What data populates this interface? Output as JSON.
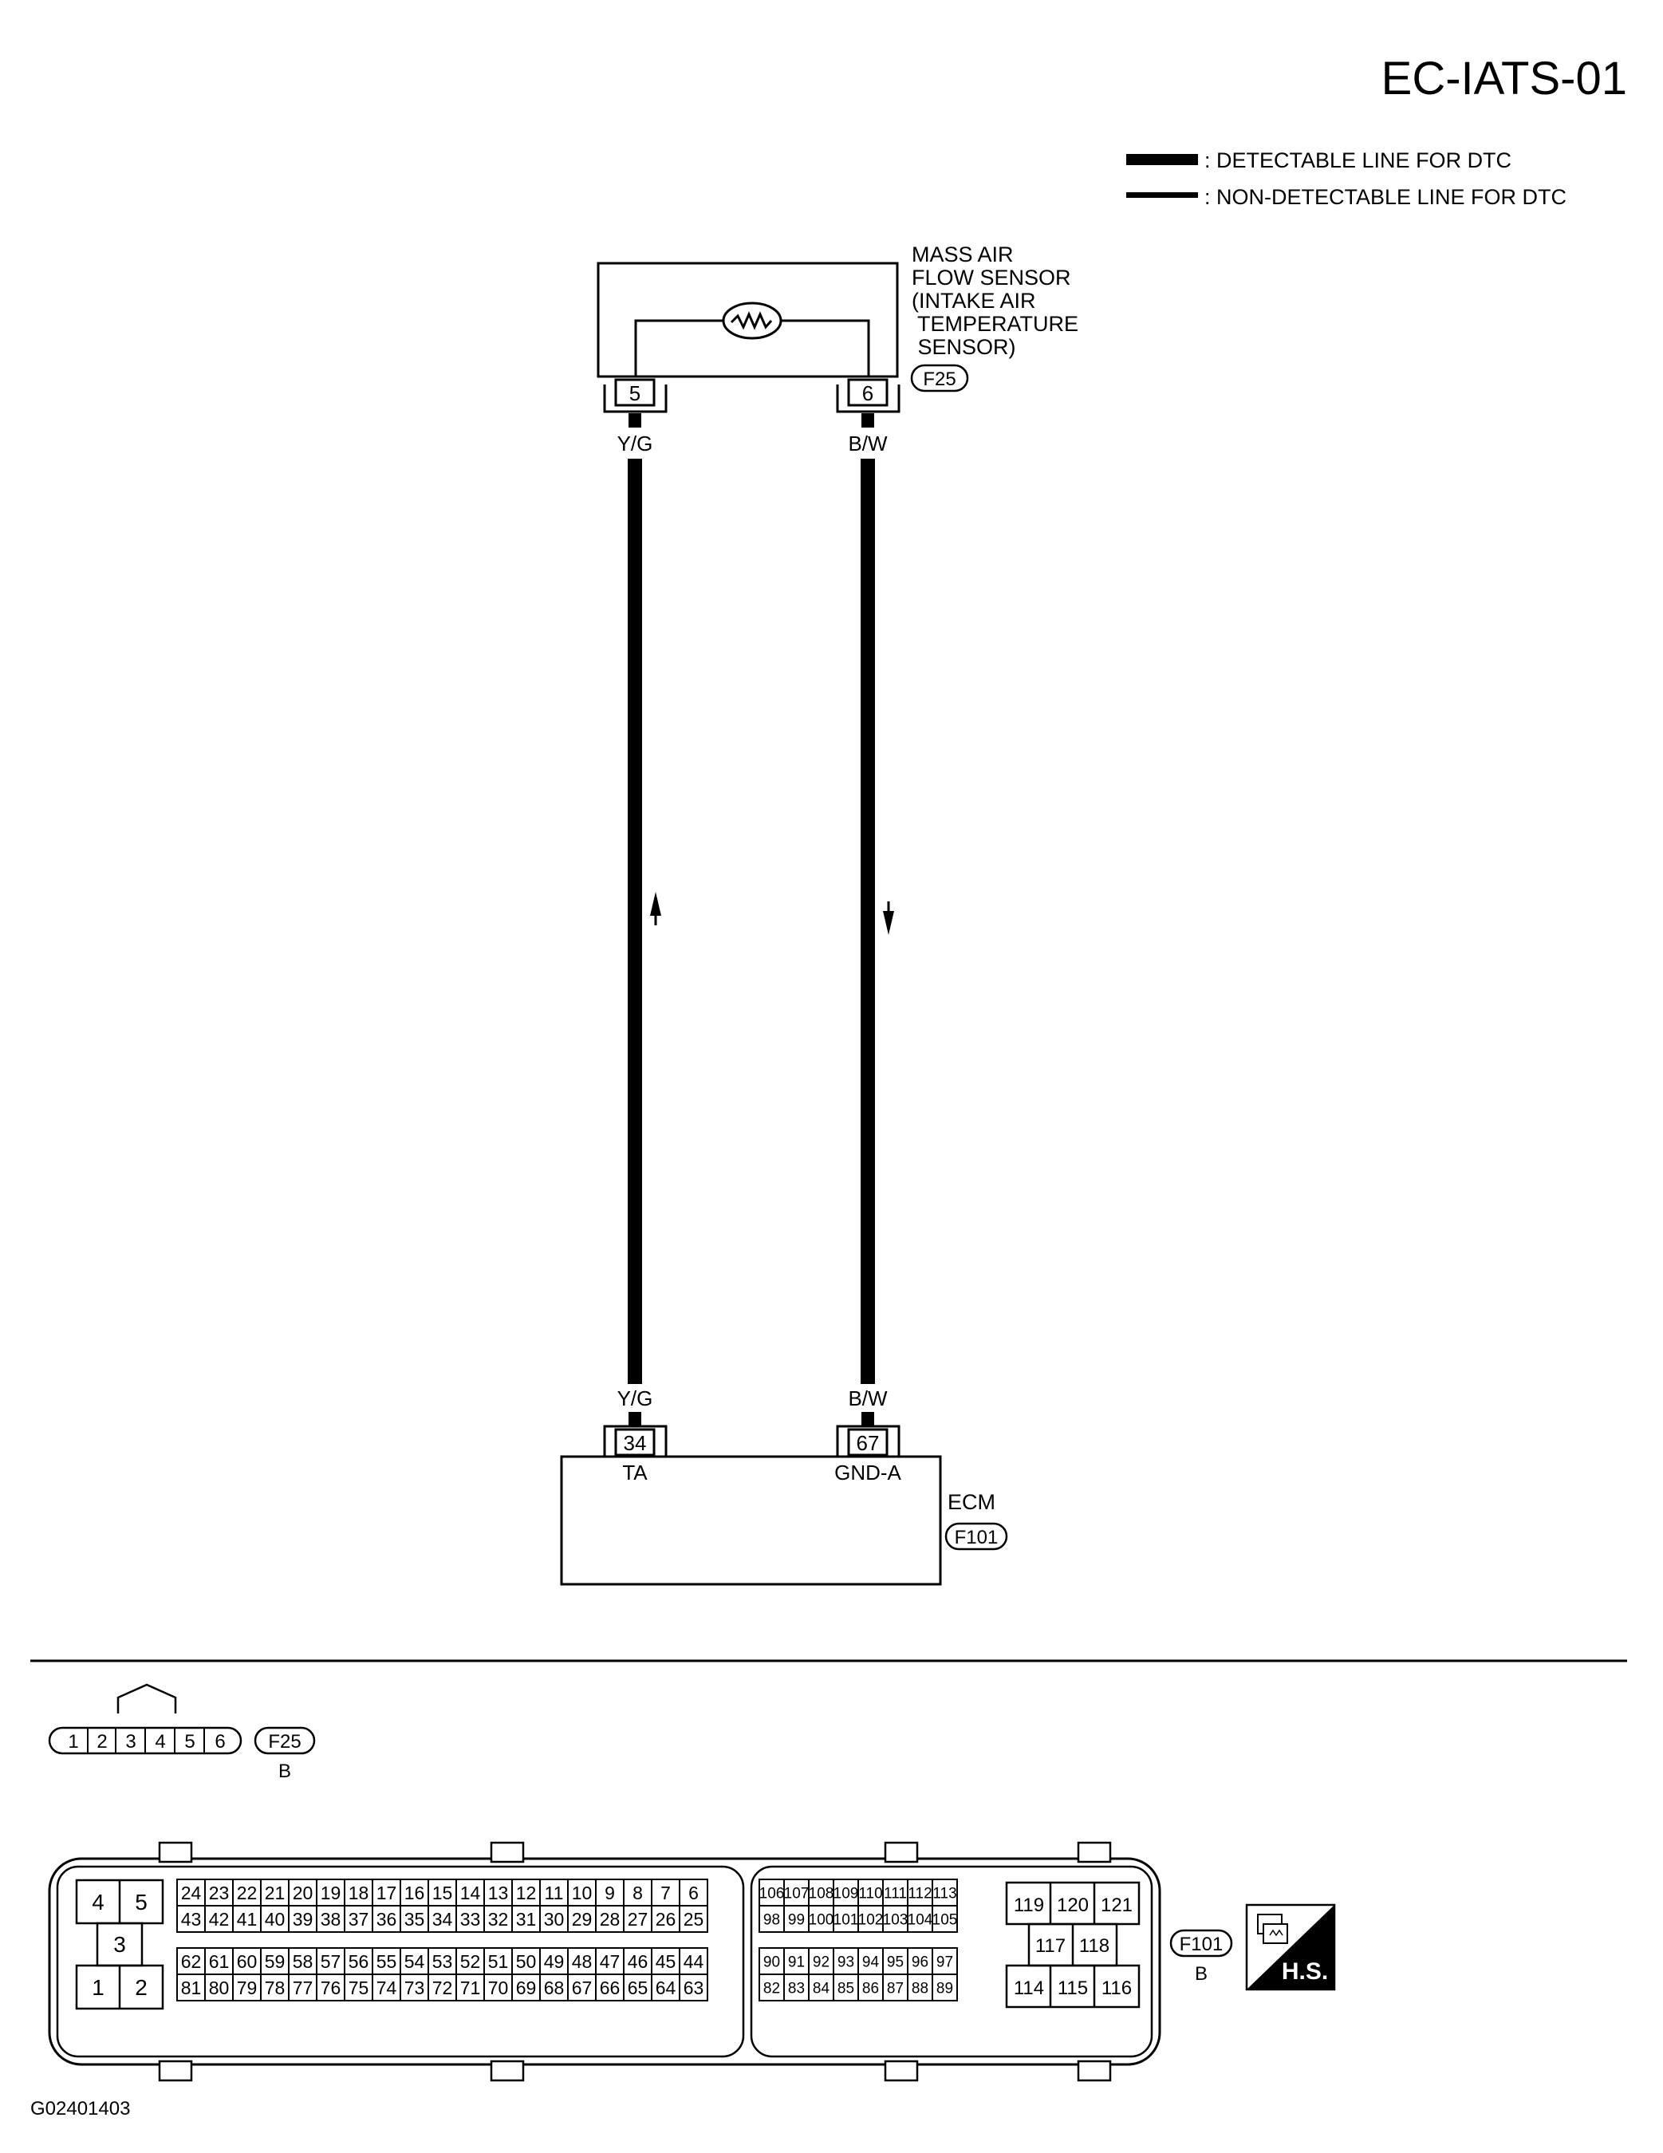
{
  "page_code": "EC-IATS-01",
  "figure_id": "G02401403",
  "legend": {
    "detectable": ": DETECTABLE LINE FOR DTC",
    "non_detectable": ": NON-DETECTABLE LINE FOR DTC"
  },
  "sensor": {
    "name_lines": [
      "MASS AIR",
      "FLOW SENSOR",
      "(INTAKE AIR",
      " TEMPERATURE",
      " SENSOR)"
    ],
    "connector": "F25",
    "pin_left": "5",
    "pin_right": "6"
  },
  "wires": [
    {
      "color_code": "Y/G",
      "from_pin": "5",
      "to_pin": "34",
      "ecm_terminal": "TA",
      "direction": "up"
    },
    {
      "color_code": "B/W",
      "from_pin": "6",
      "to_pin": "67",
      "ecm_terminal": "GND-A",
      "direction": "down"
    }
  ],
  "ecm": {
    "name": "ECM",
    "connector": "F101"
  },
  "connector_f25": {
    "pins": [
      "1",
      "2",
      "3",
      "4",
      "5",
      "6"
    ],
    "id": "F25",
    "color": "B"
  },
  "connector_f101": {
    "id": "F101",
    "color": "B",
    "block_a": {
      "top_pair": [
        "4",
        "5"
      ],
      "middle": "3",
      "bottom_pair": [
        "1",
        "2"
      ]
    },
    "block_b_rows": [
      [
        "24",
        "23",
        "22",
        "21",
        "20",
        "19",
        "18",
        "17",
        "16",
        "15",
        "14",
        "13",
        "12",
        "11",
        "10",
        "9",
        "8",
        "7",
        "6"
      ],
      [
        "43",
        "42",
        "41",
        "40",
        "39",
        "38",
        "37",
        "36",
        "35",
        "34",
        "33",
        "32",
        "31",
        "30",
        "29",
        "28",
        "27",
        "26",
        "25"
      ],
      [
        "62",
        "61",
        "60",
        "59",
        "58",
        "57",
        "56",
        "55",
        "54",
        "53",
        "52",
        "51",
        "50",
        "49",
        "48",
        "47",
        "46",
        "45",
        "44"
      ],
      [
        "81",
        "80",
        "79",
        "78",
        "77",
        "76",
        "75",
        "74",
        "73",
        "72",
        "71",
        "70",
        "69",
        "68",
        "67",
        "66",
        "65",
        "64",
        "63"
      ]
    ],
    "block_c_rows": [
      [
        "106",
        "107",
        "108",
        "109",
        "110",
        "111",
        "112",
        "113"
      ],
      [
        "98",
        "99",
        "100",
        "101",
        "102",
        "103",
        "104",
        "105"
      ],
      [
        "90",
        "91",
        "92",
        "93",
        "94",
        "95",
        "96",
        "97"
      ],
      [
        "82",
        "83",
        "84",
        "85",
        "86",
        "87",
        "88",
        "89"
      ]
    ],
    "block_d": {
      "top": [
        "119",
        "120",
        "121"
      ],
      "middle": [
        "117",
        "118"
      ],
      "bottom": [
        "114",
        "115",
        "116"
      ]
    }
  },
  "badge": {
    "text": "H.S."
  }
}
